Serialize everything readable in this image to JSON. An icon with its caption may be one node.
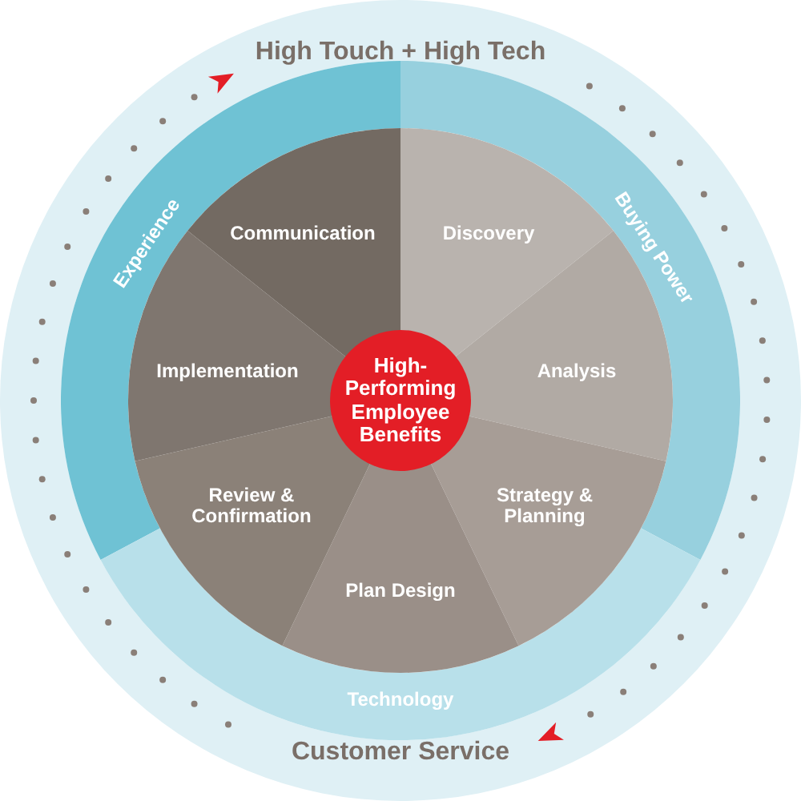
{
  "diagram": {
    "nodes": [
      {
        "text": [
          "High Touch + High Tech",
          "Customer Service"
        ]
      },
      {
        "text": [
          "Experience"
        ]
      },
      {
        "text": [
          "Buying Power"
        ]
      },
      {
        "text": [
          "Technology"
        ]
      },
      {
        "text": [
          "Discovery"
        ]
      },
      {
        "text": [
          "Analysis"
        ]
      },
      {
        "text": [
          "Strategy & Planning"
        ]
      },
      {
        "text": [
          "Plan Design"
        ]
      },
      {
        "text": [
          "Review & Confirmation"
        ]
      },
      {
        "text": [
          "Implementation"
        ]
      },
      {
        "text": [
          "Communication"
        ]
      },
      {
        "text": [
          "High-Performing Employee Benefits"
        ]
      }
    ]
  }
}
